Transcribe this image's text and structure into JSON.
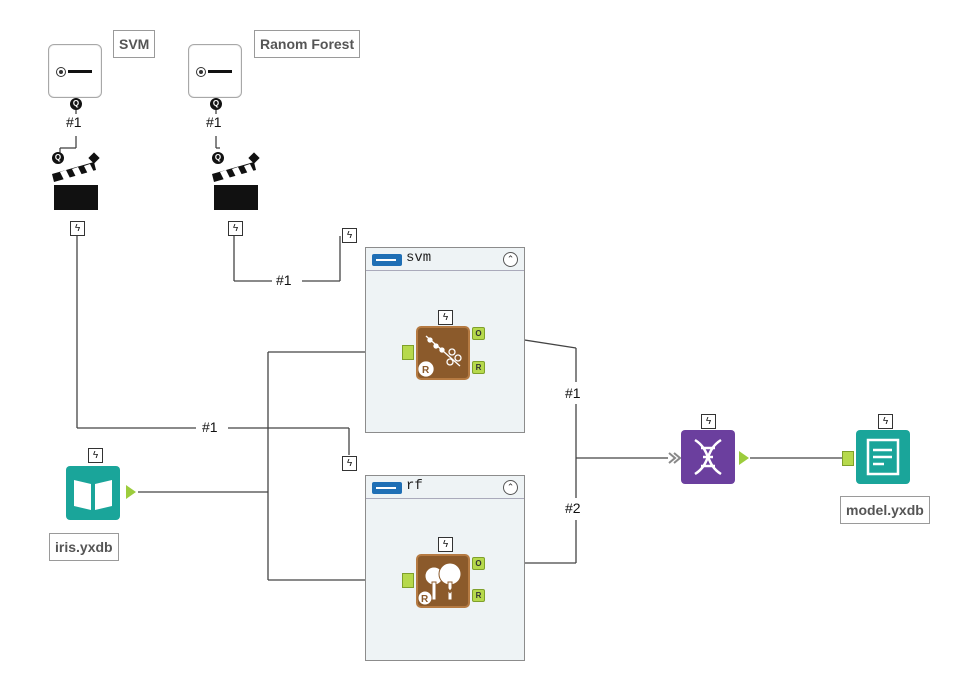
{
  "labels": {
    "svm_label": "SVM",
    "rf_label": "Ranom Forest",
    "iris_label": "iris.yxdb",
    "model_label": "model.yxdb"
  },
  "connections": {
    "svm_num": "#1",
    "rf_num": "#1",
    "conn_upper": "#1",
    "conn_left": "#1",
    "conn_union_1": "#1",
    "conn_union_2": "#2"
  },
  "containers": {
    "svm_title": "svm",
    "rf_title": "rf"
  },
  "anchors": {
    "q": "Q",
    "o": "O",
    "r": "R",
    "bolt": "ϟ",
    "collapse": "⌃"
  },
  "colors": {
    "wire": "#555555",
    "r_tool": "#8b5a2b",
    "teal": "#1aa59a",
    "purple": "#6b3f9e",
    "anchor_green": "#b6d94c",
    "container_blue": "#1f6fb5"
  },
  "icons": [
    "radio-button-icon",
    "clapperboard-icon",
    "book-icon",
    "dna-icon",
    "report-icon",
    "r-scatter-icon",
    "forest-icon",
    "lightning-icon"
  ]
}
